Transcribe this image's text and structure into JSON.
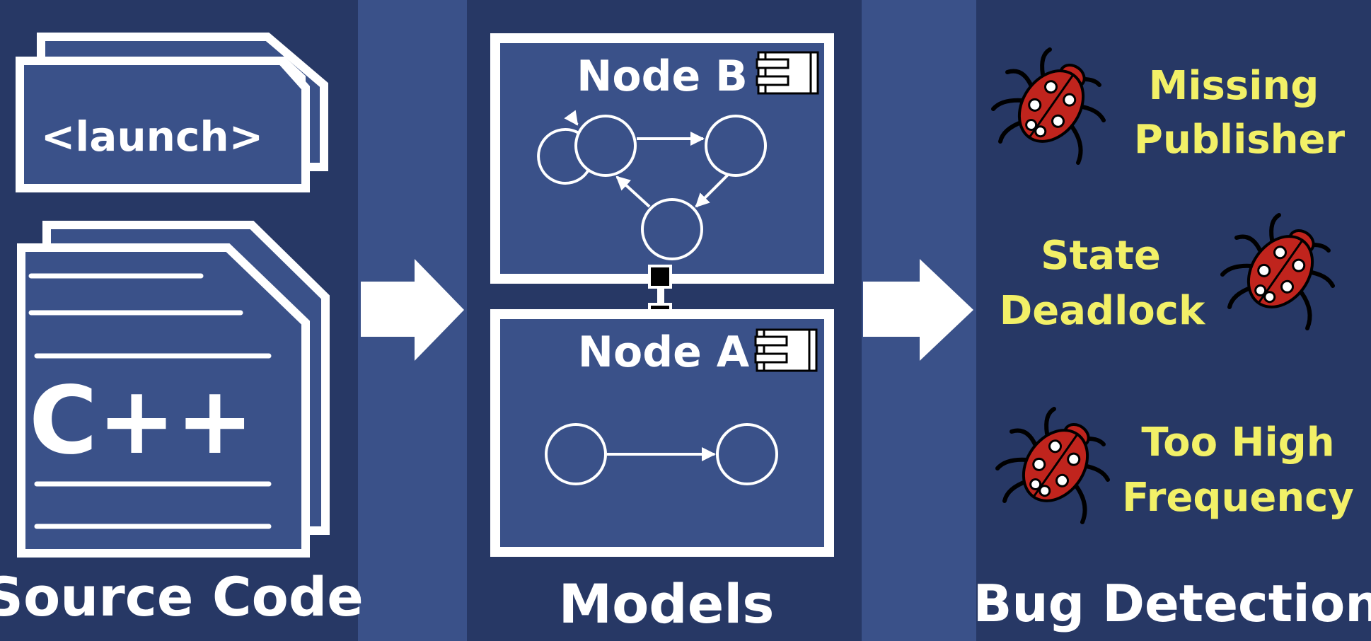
{
  "colors": {
    "background": "#3a5189",
    "panel": "#273865",
    "box_fill": "#3a5189",
    "stroke": "#ffffff",
    "bug_label": "#f2f067",
    "bug_body": "#c0241d",
    "bug_outline": "#000000"
  },
  "source_code": {
    "launch_label": "<launch>",
    "cpp_label": "C++",
    "title": "Source Code"
  },
  "models": {
    "node_b_label": "Node B",
    "node_a_label": "Node A",
    "title": "Models",
    "component_icon": "uml-component-icon"
  },
  "bug_detection": {
    "title": "Bug Detection",
    "bugs": [
      {
        "line1": "Missing",
        "line2": "Publisher",
        "icon": "ladybug-icon"
      },
      {
        "line1": "State",
        "line2": "Deadlock",
        "icon": "ladybug-icon"
      },
      {
        "line1": "Too High",
        "line2": "Frequency",
        "icon": "ladybug-icon"
      }
    ]
  },
  "arrows": [
    "right-arrow-icon",
    "right-arrow-icon"
  ]
}
